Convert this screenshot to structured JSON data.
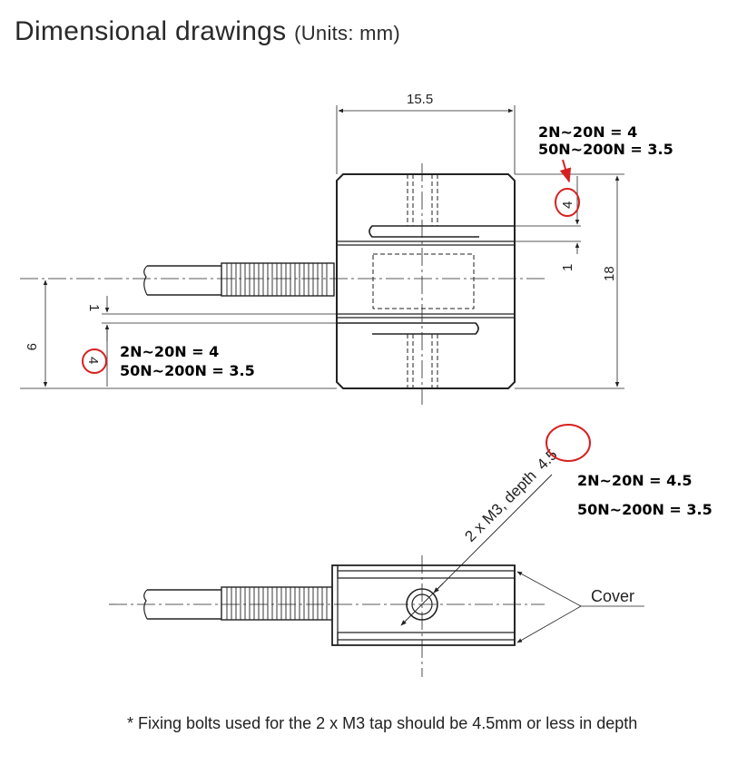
{
  "title": {
    "main": "Dimensional drawings",
    "units": "(Units: mm)"
  },
  "dimensions": {
    "width": "15.5",
    "height": "18",
    "half_height": "9",
    "slot_gap_right": "1",
    "slot_gap_left": "1",
    "edge_right": "4",
    "edge_left": "4",
    "depth_circled": "4.5"
  },
  "notes": {
    "top_right": [
      "2N~20N = 4",
      "50N~200N = 3.5"
    ],
    "left": [
      "2N~20N = 4",
      "50N~200N = 3.5"
    ],
    "tap": [
      "2N~20N = 4.5",
      "50N~200N = 3.5"
    ]
  },
  "labels": {
    "tap": "2 x M3, depth",
    "cover": "Cover"
  },
  "footer": "* Fixing bolts used for the 2 x M3 tap should be 4.5mm or less in depth",
  "colors": {
    "highlight": "#d62020",
    "line": "#222222"
  }
}
